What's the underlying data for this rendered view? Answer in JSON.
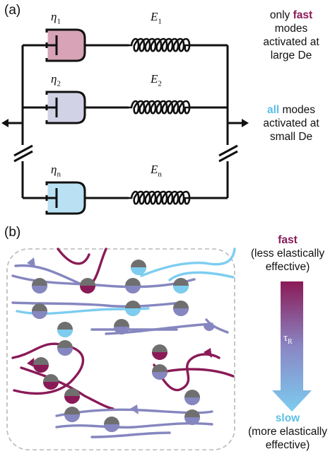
{
  "panel_a": {
    "label": "(a)",
    "branches": [
      {
        "eta": "η",
        "eta_sub": "1",
        "e": "E",
        "e_sub": "1",
        "dashpot_color": "#d8a3b6"
      },
      {
        "eta": "η",
        "eta_sub": "2",
        "e": "E",
        "e_sub": "2",
        "dashpot_color": "#d2d2e6"
      },
      {
        "eta": "η",
        "eta_sub": "n",
        "e": "E",
        "e_sub": "n",
        "dashpot_color": "#b9e1f3"
      }
    ],
    "note_top": {
      "l1_pre": "only ",
      "l1_key": "fast",
      "l2": "modes",
      "l3": "activated at",
      "l4": "large De"
    },
    "note_mid": {
      "l1_key": "all",
      "l1_post": " modes",
      "l2": "activated at",
      "l3": "small De"
    }
  },
  "panel_b": {
    "label": "(b)",
    "fast_label": "fast",
    "fast_desc_1": "(less elastically",
    "fast_desc_2": "effective)",
    "tau": "τ",
    "tau_sub": "R",
    "slow_label": "slow",
    "slow_desc_1": "(more elastically",
    "slow_desc_2": "effective)",
    "colors": {
      "fast": "#8a1a57",
      "mid": "#8686c0",
      "slow": "#7ccdf0",
      "bead": "#6f6f6f"
    }
  }
}
